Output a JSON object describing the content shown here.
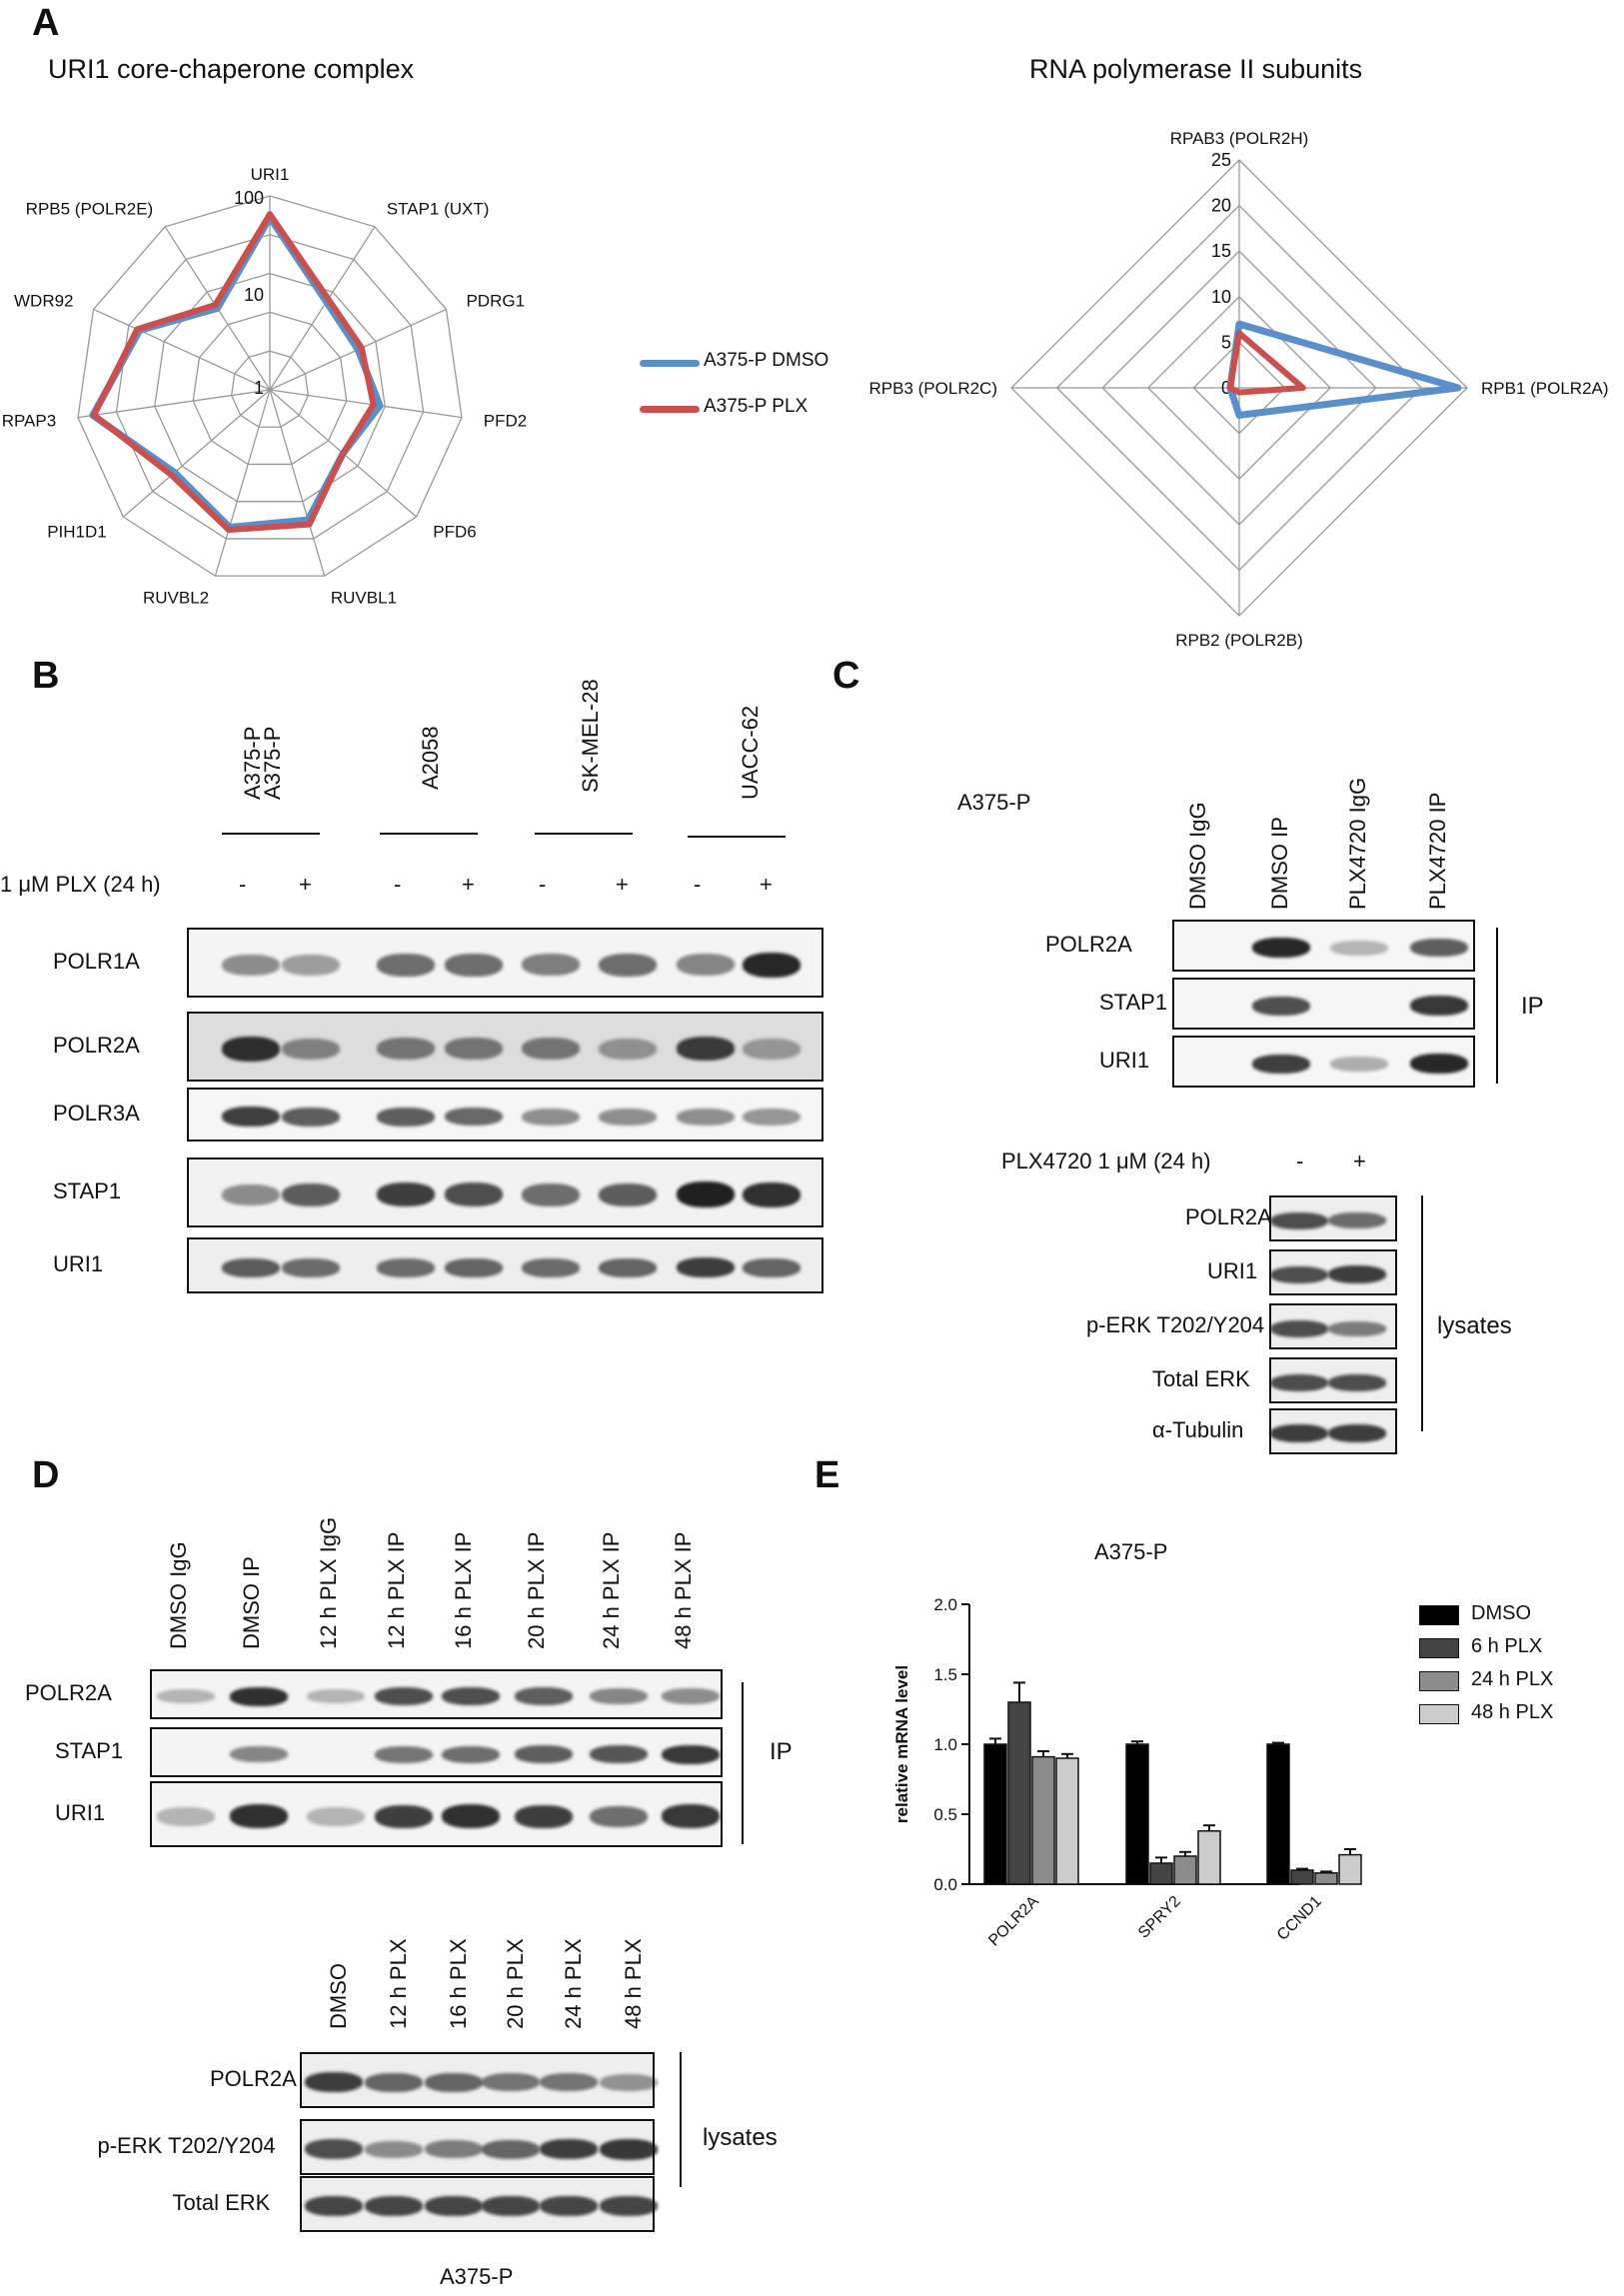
{
  "panel_letters": {
    "a": "A",
    "b": "B",
    "c": "C",
    "d": "D",
    "e": "E"
  },
  "panel_a": {
    "left_title": "URI1 core-chaperone complex",
    "right_title": "RNA polymerase II subunits",
    "legend": [
      "A375-P DMSO",
      "A375-P PLX"
    ],
    "colors": {
      "dmso": "#5b8fc9",
      "plx": "#c9504e",
      "grid": "#999999"
    },
    "left_axis_labels": [
      "1",
      "10",
      "100"
    ],
    "right_axis_labels": [
      "0",
      "5",
      "10",
      "15",
      "20",
      "25"
    ],
    "left_spokes": [
      "URI1",
      "STAP1 (UXT)",
      "PDRG1",
      "PFD2",
      "PFD6",
      "RUVBL1",
      "RUVBL2",
      "PIH1D1",
      "RPAP3",
      "WDR92",
      "RPB5 (POLR2E)"
    ],
    "right_spokes": [
      "RPAB3 (POLR2H)",
      "RPB1 (POLR2A)",
      "RPB2 (POLR2B)",
      "RPB3 (POLR2C)"
    ]
  },
  "chart_data": [
    {
      "type": "radar",
      "title": "URI1 core-chaperone complex",
      "scale": "log",
      "range": [
        1,
        100
      ],
      "categories": [
        "URI1",
        "STAP1 (UXT)",
        "PDRG1",
        "PFD2",
        "PFD6",
        "RUVBL1",
        "RUVBL2",
        "PIH1D1",
        "RPAP3",
        "WDR92",
        "RPB5 (POLR2E)"
      ],
      "series": [
        {
          "name": "A375-P DMSO",
          "values": [
            60,
            12,
            10,
            14,
            10,
            25,
            30,
            20,
            70,
            30,
            10
          ]
        },
        {
          "name": "A375-P PLX",
          "values": [
            65,
            13,
            11,
            12,
            10,
            28,
            32,
            22,
            68,
            32,
            11
          ]
        }
      ]
    },
    {
      "type": "radar",
      "title": "RNA polymerase II subunits",
      "range": [
        0,
        25
      ],
      "categories": [
        "RPAB3 (POLR2H)",
        "RPB1 (POLR2A)",
        "RPB2 (POLR2B)",
        "RPB3 (POLR2C)"
      ],
      "series": [
        {
          "name": "A375-P DMSO",
          "values": [
            7,
            24,
            3,
            1
          ]
        },
        {
          "name": "A375-P PLX",
          "values": [
            6,
            7,
            0.5,
            1
          ]
        }
      ]
    },
    {
      "type": "bar",
      "title": "A375-P",
      "ylabel": "relative mRNA level",
      "ylim": [
        0,
        2.0
      ],
      "yticks": [
        "0.0",
        "0.5",
        "1.0",
        "1.5",
        "2.0"
      ],
      "categories": [
        "POLR2A",
        "SPRY2",
        "CCND1"
      ],
      "series": [
        {
          "name": "DMSO",
          "color": "#000000",
          "values": [
            1.0,
            1.0,
            1.0
          ],
          "errors": [
            0.04,
            0.02,
            0.01
          ]
        },
        {
          "name": "6 h PLX",
          "color": "#444444",
          "values": [
            1.3,
            0.15,
            0.1
          ],
          "errors": [
            0.14,
            0.04,
            0.01
          ]
        },
        {
          "name": "24 h PLX",
          "color": "#8c8c8c",
          "values": [
            0.91,
            0.2,
            0.08
          ],
          "errors": [
            0.04,
            0.03,
            0.01
          ]
        },
        {
          "name": "48 h PLX",
          "color": "#cccccc",
          "values": [
            0.9,
            0.38,
            0.21
          ],
          "errors": [
            0.03,
            0.04,
            0.04
          ]
        }
      ]
    }
  ],
  "panel_b": {
    "cell_lines": [
      "A375-P",
      "A2058",
      "SK-MEL-28",
      "UACC-62"
    ],
    "treatment_label": "1 μM PLX (24 h)",
    "signs": [
      "-",
      "+",
      "-",
      "+",
      "-",
      "+",
      "-",
      "+"
    ],
    "rows": [
      "POLR1A",
      "POLR2A",
      "POLR3A",
      "STAP1",
      "URI1"
    ]
  },
  "panel_c": {
    "cell_line": "A375-P",
    "lanes": [
      "DMSO  IgG",
      "DMSO  IP",
      "PLX4720 IgG",
      "PLX4720 IP"
    ],
    "ip_rows": [
      "POLR2A",
      "STAP1",
      "URI1"
    ],
    "ip_label": "IP",
    "treatment_label": "PLX4720 1 μM (24 h)",
    "signs": [
      "-",
      "+"
    ],
    "lysate_rows": [
      "POLR2A",
      "URI1",
      "p-ERK T202/Y204",
      "Total ERK",
      "α-Tubulin"
    ],
    "lysate_label": "lysates"
  },
  "panel_d": {
    "lanes": [
      "DMSO IgG",
      "DMSO IP",
      "12 h PLX IgG",
      "12 h PLX IP",
      "16 h PLX IP",
      "20 h PLX IP",
      "24 h PLX IP",
      "48 h PLX IP"
    ],
    "ip_rows": [
      "POLR2A",
      "STAP1",
      "URI1"
    ],
    "ip_label": "IP",
    "lysate_lanes": [
      "DMSO",
      "12 h PLX",
      "16 h PLX",
      "20 h PLX",
      "24 h PLX",
      "48 h PLX"
    ],
    "lysate_rows": [
      "POLR2A",
      "p-ERK T202/Y204",
      "Total ERK"
    ],
    "lysate_label": "lysates",
    "cell_line": "A375-P"
  },
  "panel_e": {
    "title": "A375-P",
    "ylabel": "relative mRNA level",
    "legend": [
      "DMSO",
      "6 h PLX",
      "24 h PLX",
      "48 h PLX"
    ]
  }
}
